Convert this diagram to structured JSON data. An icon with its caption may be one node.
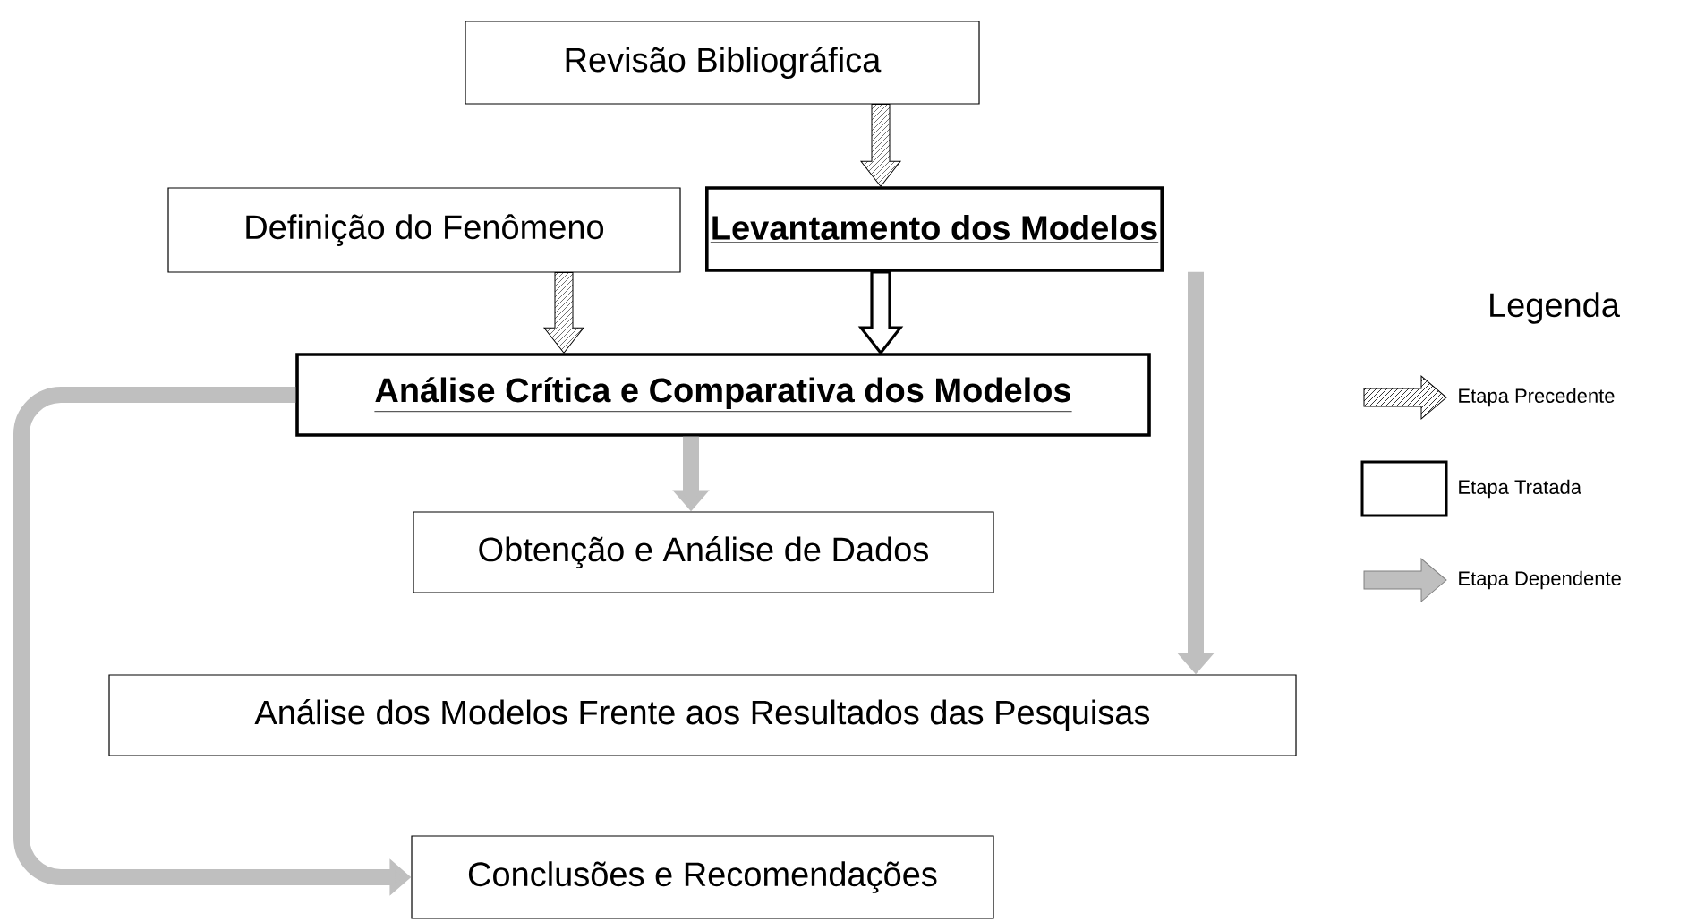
{
  "diagram": {
    "nodes": [
      {
        "text": [
          "Revisão Bibliográfica"
        ]
      },
      {
        "text": [
          "Definição do Fenômeno"
        ]
      },
      {
        "text": [
          "Levantamento dos Modelos"
        ]
      },
      {
        "text": [
          "Análise Crítica e Comparativa dos Modelos"
        ]
      },
      {
        "text": [
          "Obtenção e Análise de Dados"
        ]
      },
      {
        "text": [
          "Análise dos Modelos Frente aos Resultados das Pesquisas"
        ]
      },
      {
        "text": [
          "Conclusões e Recomendações"
        ]
      }
    ],
    "edges": [
      {
        "from": 0,
        "to": 2,
        "arrow": "to",
        "style": "dashed"
      },
      {
        "from": 1,
        "to": 3,
        "arrow": "to",
        "style": "dashed"
      },
      {
        "from": 2,
        "to": 3,
        "arrow": "to",
        "style": "thick"
      },
      {
        "from": 3,
        "to": 4,
        "arrow": "to"
      },
      {
        "from": 2,
        "to": 5,
        "arrow": "to"
      },
      {
        "from": 3,
        "to": 6,
        "arrow": "to"
      }
    ],
    "labels": [
      "Legenda"
    ],
    "legend": [
      {
        "text": "Etapa Precedente"
      },
      {
        "text": "Etapa Tratada"
      },
      {
        "text": "Etapa Dependente"
      }
    ]
  }
}
